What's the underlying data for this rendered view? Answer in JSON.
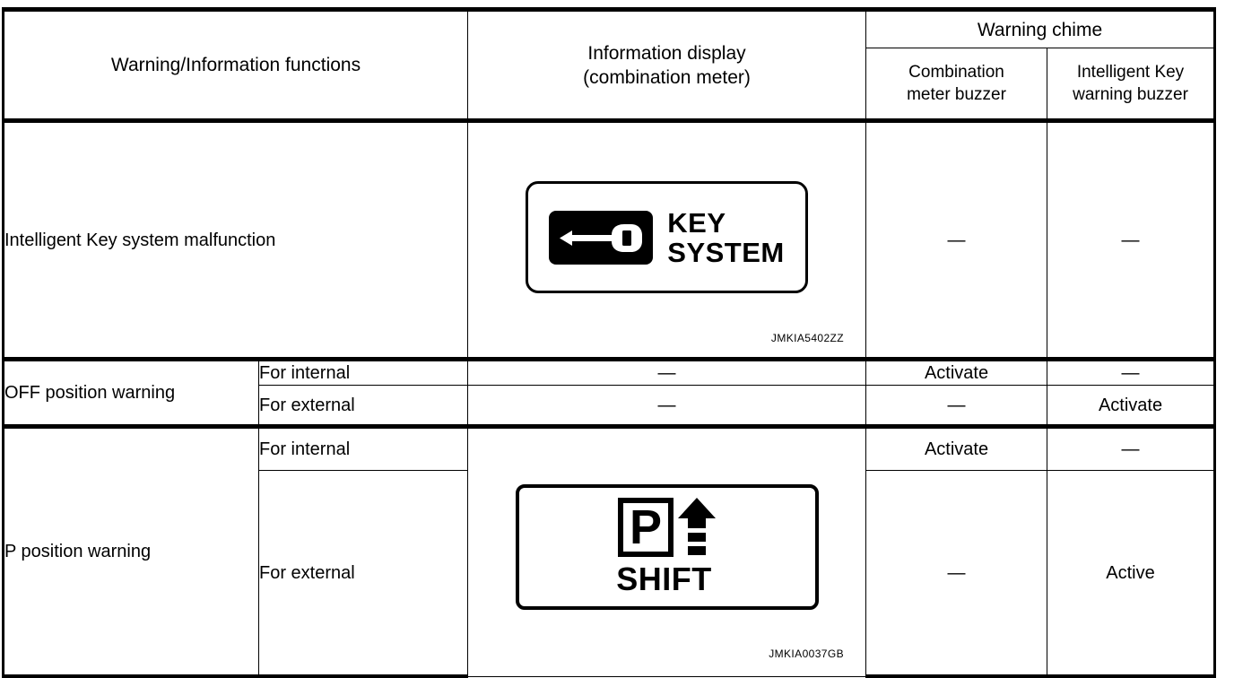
{
  "table": {
    "headers": {
      "functions": "Warning/Information functions",
      "display_line1": "Information display",
      "display_line2": "(combination meter)",
      "chime_group": "Warning chime",
      "chime_col1_line1": "Combination",
      "chime_col1_line2": "meter buzzer",
      "chime_col2_line1": "Intelligent Key",
      "chime_col2_line2": "warning buzzer"
    },
    "rows": [
      {
        "function": "Intelligent Key system malfunction",
        "condition": "",
        "display": "illustration",
        "illustration": {
          "id": "key-system",
          "icon_name": "key-icon",
          "text_line1": "KEY",
          "text_line2": "SYSTEM",
          "caption": "JMKIA5402ZZ"
        },
        "combination_meter_buzzer": "—",
        "intelligent_key_warning_buzzer": "—"
      },
      {
        "function": "OFF position warning",
        "condition": "For internal",
        "display": "—",
        "combination_meter_buzzer": "Activate",
        "intelligent_key_warning_buzzer": "—"
      },
      {
        "function": "OFF position warning",
        "condition": "For external",
        "display": "—",
        "combination_meter_buzzer": "—",
        "intelligent_key_warning_buzzer": "Activate"
      },
      {
        "function": "P position warning",
        "condition": "For internal",
        "display": "",
        "combination_meter_buzzer": "Activate",
        "intelligent_key_warning_buzzer": "—"
      },
      {
        "function": "P position warning",
        "condition": "For external",
        "display": "illustration",
        "illustration": {
          "id": "p-shift",
          "icon_name": "p-shift-icon",
          "letter": "P",
          "text_line1": "SHIFT",
          "caption": "JMKIA0037GB"
        },
        "combination_meter_buzzer": "—",
        "intelligent_key_warning_buzzer": "Active"
      }
    ]
  },
  "colors": {
    "ink": "#000000",
    "paper": "#ffffff"
  }
}
